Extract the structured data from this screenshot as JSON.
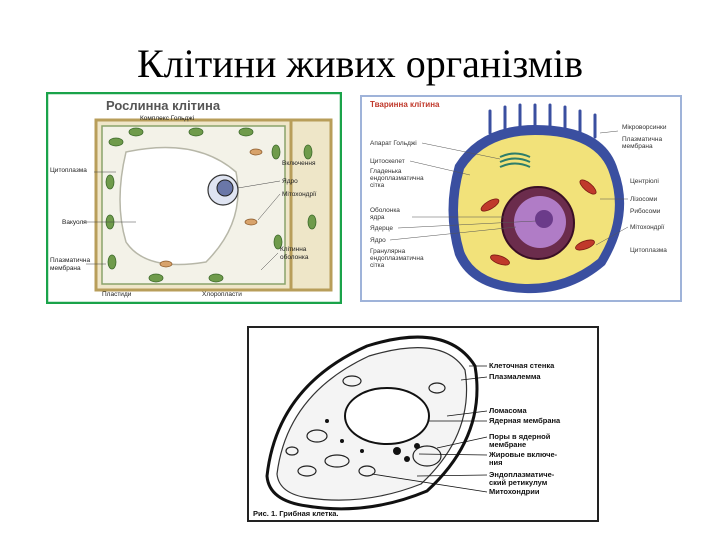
{
  "slide": {
    "title": "Клітини живих організмів"
  },
  "plant_cell": {
    "title": "Рослинна клітина",
    "labels": {
      "golgi": "Комплекс Гольджі",
      "cytoplasm": "Цитоплазма",
      "inclusions": "Включення",
      "nucleus": "Ядро",
      "mitochondria": "Мітохондрії",
      "vacuole": "Вакуоля",
      "plasma_membrane_1": "Плазматична",
      "plasma_membrane_2": "мембрана",
      "cell_wall_1": "Клітинна",
      "cell_wall_2": "оболонка",
      "plastids": "Пластиди",
      "chloroplasts": "Хлоропласти"
    },
    "colors": {
      "border": "#1aa34a"
    }
  },
  "animal_cell": {
    "title": "Тваринна клітина",
    "labels": {
      "golgi": "Апарат Гольджі",
      "cytoskeleton": "Цитоскелет",
      "smooth_er_1": "Гладенька",
      "smooth_er_2": "ендоплазматична",
      "smooth_er_3": "сітка",
      "nuclear_envelope_1": "Оболонка",
      "nuclear_envelope_2": "ядра",
      "nucleolus": "Ядерце",
      "nucleus": "Ядро",
      "rough_er_1": "Гранулярна",
      "rough_er_2": "ендоплазматична",
      "rough_er_3": "сітка",
      "microvilli": "Мікроворсинки",
      "plasma_membrane_1": "Плазматична",
      "plasma_membrane_2": "мембрана",
      "centrioles": "Центріолі",
      "lysosomes": "Лізосоми",
      "ribosomes": "Рибосоми",
      "mitochondria": "Мітохондрії",
      "cytoplasm": "Цитоплазма"
    },
    "colors": {
      "border": "#9fb3d9",
      "membrane": "#3a4fa0",
      "cytoplasm": "#f2e27a"
    }
  },
  "fungal_cell": {
    "caption": "Рис. 1. Грибная клетка.",
    "labels": {
      "cell_wall": "Клеточная стенка",
      "plasmalemma": "Плазмалемма",
      "lomasome": "Ломасома",
      "nuclear_membrane": "Ядерная мембрана",
      "pores_1": "Поры в ядерной",
      "pores_2": "мембране",
      "lipid_1": "Жировые включе-",
      "lipid_2": "ния",
      "er_1": "Эндоплазматиче-",
      "er_2": "ский ретикулум",
      "mitochondria": "Митохондрии"
    }
  }
}
